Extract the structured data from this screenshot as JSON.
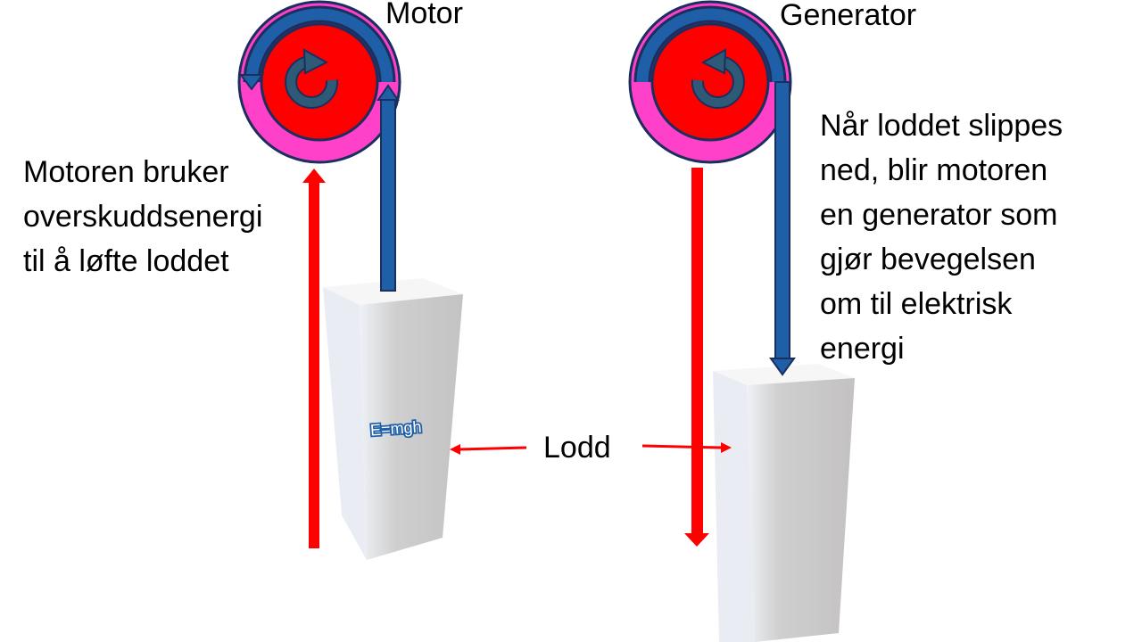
{
  "labels": {
    "motor": "Motor",
    "generator": "Generator",
    "weight": "Lodd",
    "formula": "E=mgh"
  },
  "left_description": [
    "Motoren bruker",
    "overskuddsenergi",
    "til å løfte loddet"
  ],
  "right_description": [
    "Når loddet slippes",
    "ned, blir motoren",
    "en generator som",
    "gjør bevegelsen",
    "om til elektrisk",
    "energi"
  ],
  "colors": {
    "red": "#ff0000",
    "magenta": "#ff40c8",
    "blue": "#1f5fa8",
    "dark_blue": "#1b2f5e",
    "circle_arrow": "#2e5a78",
    "block_face": "#c7c5c5",
    "block_top": "#f4f4f4"
  }
}
